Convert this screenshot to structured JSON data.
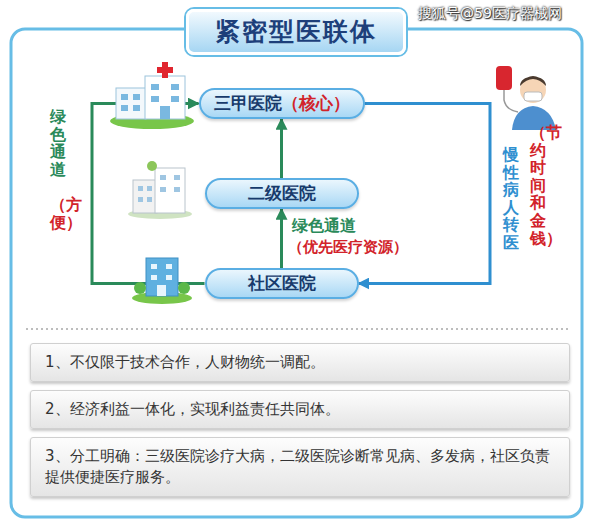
{
  "diagram": {
    "title": "紧密型医联体",
    "nodes": [
      {
        "text": [
          "三甲医院",
          "（核心）"
        ]
      },
      {
        "text": [
          "二级医院"
        ]
      },
      {
        "text": [
          "社区医院"
        ]
      },
      {
        "text": [
          "1、不仅限于技术合作，人财物统一调配。"
        ]
      },
      {
        "text": [
          "2、经济利益一体化，实现利益责任共同体。"
        ]
      },
      {
        "text": [
          "3、分工明确：三级医院诊疗大病，二级医院诊断常见病、多发病，社区负责提供便捷医疗服务。"
        ]
      }
    ],
    "edges": [
      {
        "from": 2,
        "to": 1,
        "arrow": "to",
        "label": "绿色通道"
      },
      {
        "from": 1,
        "to": 0,
        "arrow": "to"
      },
      {
        "from": 2,
        "to": 0,
        "arrow": "to",
        "label": "绿色通道"
      },
      {
        "from": 0,
        "to": 2,
        "arrow": "to",
        "label": "慢性病人转医"
      }
    ],
    "labels": [
      "搜狐号@59医疗器械网",
      "（优先医疗资源）",
      "（方便）",
      "（节约时间和金钱）"
    ]
  }
}
